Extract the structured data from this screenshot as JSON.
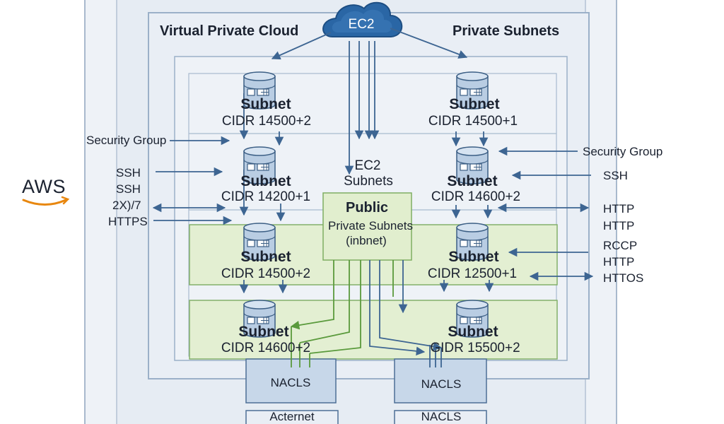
{
  "brand": {
    "name": "AWS"
  },
  "titles": {
    "vpc": "Virtual Private Cloud",
    "private": "Private Subnets"
  },
  "ec2_cloud": {
    "label": "EC2"
  },
  "center": {
    "line1": "EC2",
    "line2": "Subnets"
  },
  "public_box": {
    "title": "Public",
    "line1": "Private Subnets",
    "line2": "(inbnet)"
  },
  "subnets_left": [
    {
      "title": "Subnet",
      "cidr": "CIDR 14500+2"
    },
    {
      "title": "Subnet",
      "cidr": "CIDR 14200+1"
    },
    {
      "title": "Subnet",
      "cidr": "CIDR 14500+2"
    },
    {
      "title": "Subnet",
      "cidr": "CIDR 14600+2"
    }
  ],
  "subnets_right": [
    {
      "title": "Subnet",
      "cidr": "CIDR 14500+1"
    },
    {
      "title": "Subnet",
      "cidr": "CIDR 14600+2"
    },
    {
      "title": "Subnet",
      "cidr": "CIDR 12500+1"
    },
    {
      "title": "Subnet",
      "cidr": "GIDR 15500+2"
    }
  ],
  "left_labels": [
    "Security Group",
    "SSH",
    "SSH",
    "2X)/7",
    "HTTPS"
  ],
  "right_labels": [
    "Security Group",
    "SSH",
    "HTTP",
    "HTTP",
    "RCCP",
    "HTTP",
    "HTTOS"
  ],
  "bottom": {
    "nacl_left": "NACLS",
    "nacl_right": "NACLS",
    "internet": "Acternet",
    "nacl_bottom": "NACLS"
  },
  "colors": {
    "line": "#3d6592",
    "frame": "#9bb0c8",
    "green_fill": "#e3efd2",
    "green_border": "#83b06a",
    "db_fill": "#b9cde3",
    "db_stroke": "#3c5f85",
    "cloud": "#2a66a5",
    "nacl_fill": "#c7d7e9"
  }
}
